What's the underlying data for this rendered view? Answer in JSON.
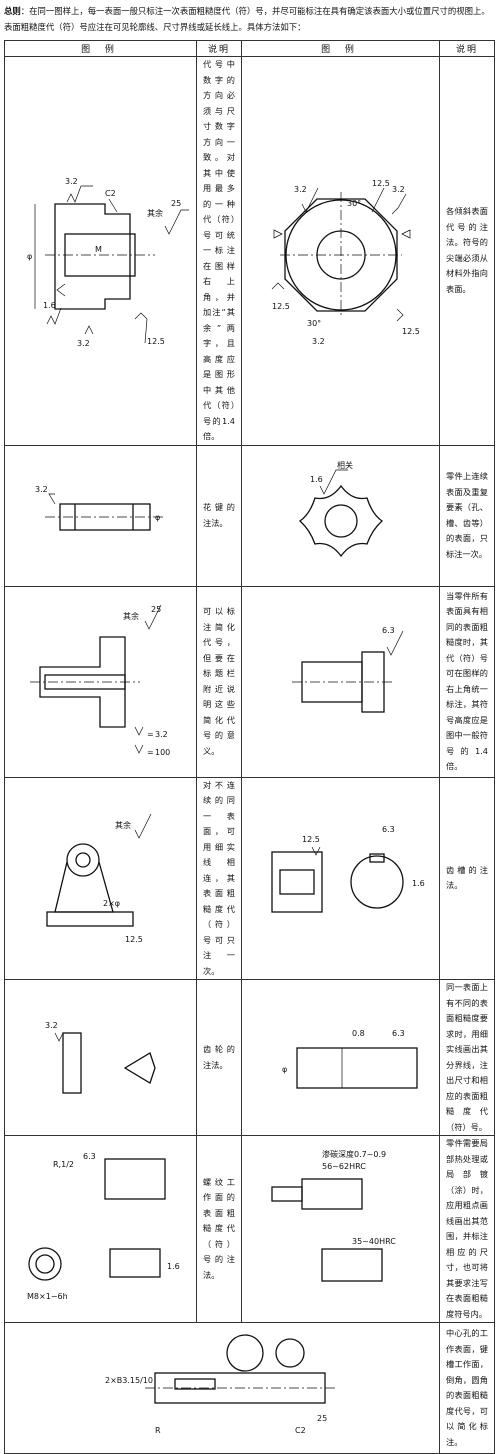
{
  "intro": {
    "label": "总则",
    "text": "：在同一图样上，每一表面一般只标注一次表面粗糙度代（符）号，并尽可能标注在具有确定该表面大小或位置尺寸的视图上。表面粗糙度代（符）号应注在可见轮廓线、尺寸界线或延长线上。具体方法如下："
  },
  "headers": {
    "fig": "图 例",
    "desc": "说明"
  },
  "rows": [
    {
      "left_desc": "代号中数字的方向必须与尺寸数字方向一致。对其中使用最多的一种代（符）号可统一标注在图样右上角，并加注“其余”两字，且高度应是图形中其他代（符）号的1.4倍。",
      "right_desc": "各倾斜表面代号的注法。符号的尖端必须从材料外指向表面。"
    },
    {
      "left_desc": "花键的注法。",
      "right_desc": "零件上连续表面及重复要素（孔、槽、齿等）的表面，只标注一次。"
    },
    {
      "left_desc": "可以标注简化代号，但要在标题栏附近说明这些简化代号的意义。",
      "right_desc": "当零件所有表面具有相同的表面粗糙度时，其代（符）号可在图样的右上角统一标注，其符号高度应是图中一般符号的1.4倍。"
    },
    {
      "left_desc": "对不连续的同一表面，可用细实线相连，其表面粗糙度代（符）号可只注一次。",
      "right_desc": "齿槽的注法。"
    },
    {
      "left_desc": "齿轮的注法。",
      "right_desc": "同一表面上有不同的表面粗糙度要求时，用细实线画出其分界线，注出尺寸和相应的表面粗糙度代（符）号。"
    },
    {
      "left_desc": "螺纹工作面的表面粗糙度代（符）号的注法。",
      "right_desc": "零件需要局部热处理或局部镀（涂）时，应用粗点画线画出其范围，并标注相应的尺寸，也可将其要求注写在表面粗糙度符号内。"
    },
    {
      "left_desc": "",
      "right_desc": "中心孔的工作表面，键槽工作面，倒角，圆角的表面粗糙度代号，可以简化标注。"
    }
  ],
  "labels": {
    "qiyu": "其余",
    "v25": "25",
    "v32": "3.2",
    "v16": "1.6",
    "v125": "12.5",
    "v63": "6.3",
    "v08": "0.8",
    "v100": "100",
    "c2": "C2",
    "m": "M",
    "phi": "φ",
    "a30": "30°",
    "rzhen": "相关",
    "r12": "R,1/2",
    "m8": "M8×1−6h",
    "hrc1": "渗碳深度0.7~0.9",
    "hrc2": "56~62HRC",
    "hrc3": "35~40HRC",
    "b315": "2×B3.15/10",
    "r": "R",
    "c2b": "C2",
    "twophi": "2×φ",
    "eqa": "=",
    "eqb": "="
  }
}
